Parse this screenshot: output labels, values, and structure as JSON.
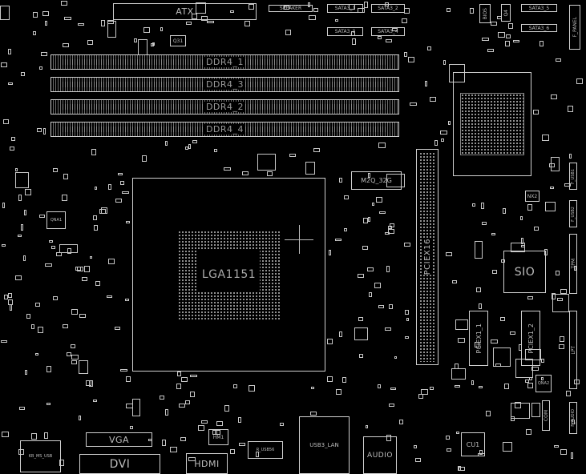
{
  "board": {
    "connectors": {
      "atx": "ATX",
      "sata": [
        "SATA3_1",
        "SATA3_2",
        "SATA3_3",
        "SATA3_4",
        "SATA3_5",
        "SATA3_6"
      ],
      "dimms": [
        "DDR4_1",
        "DDR4_3",
        "DDR4_2",
        "DDR4_4"
      ],
      "cpu_socket": "LGA1151",
      "m2": "M2Q_32G",
      "pcie_x16": "PCIEX16",
      "pcie_x1": [
        "PCIEX1_1",
        "PCIEX1_2"
      ],
      "sio": "SIO",
      "vga": "VGA",
      "dvi": "DVI",
      "hdmi": "HDMI",
      "usb_lan": "USB3_LAN",
      "audio": "AUDIO",
      "kb_ms_usb": "KB_MS_USB",
      "usb_r": "R_USB56",
      "f_panel": "F_PANEL",
      "usb_headers": [
        "F_USB1",
        "F_USB2"
      ],
      "tpm": "TPM",
      "lpt": "LPT",
      "com": "COM",
      "f_audio": "F_AUDIO",
      "speaker": "SPEAKER"
    },
    "parts": {
      "q31": "Q31",
      "hm1": "HM1",
      "cu1": "CU1",
      "nx2": "NX2",
      "qna1": "QNA1",
      "qna2": "QNA2",
      "q4": "Q4",
      "bios": "BIOS"
    }
  }
}
